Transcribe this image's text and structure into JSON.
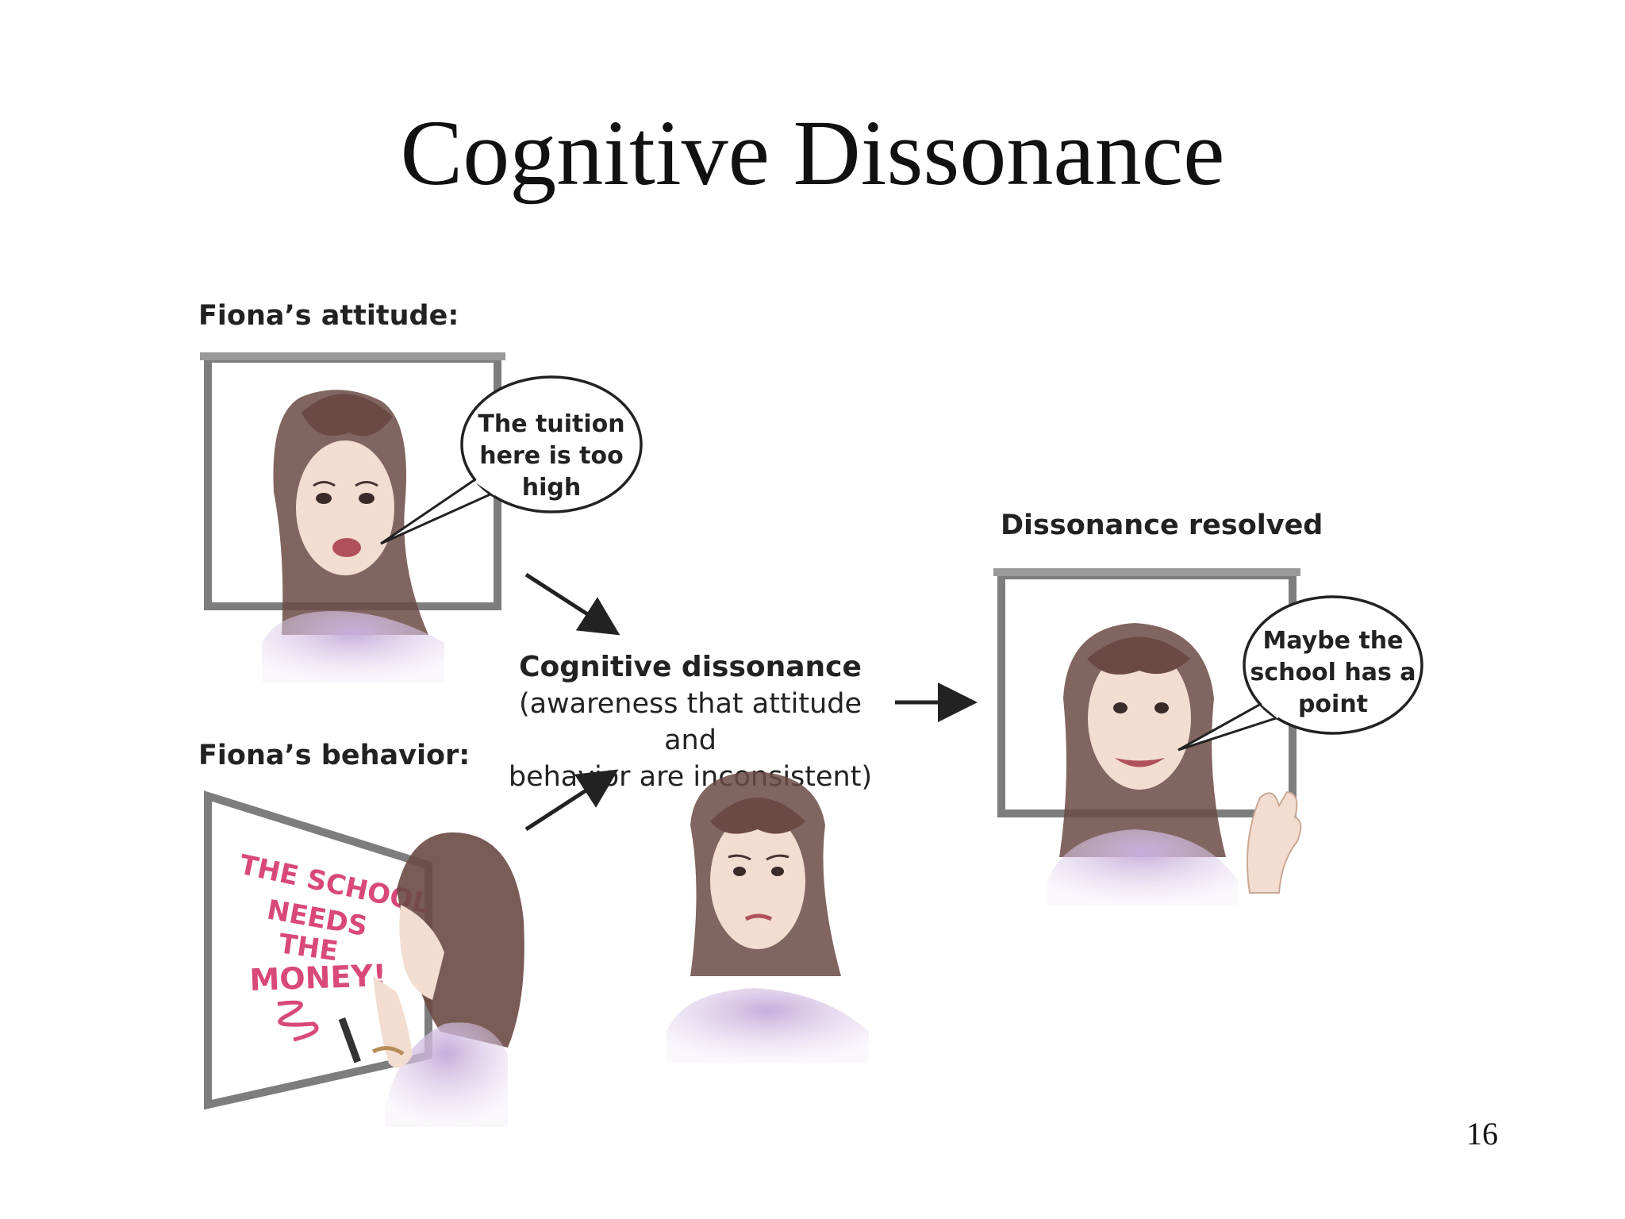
{
  "slide": {
    "title": "Cognitive Dissonance",
    "page_number": "16"
  },
  "labels": {
    "attitude": "Fiona’s attitude:",
    "behavior": "Fiona’s behavior:",
    "resolved": "Dissonance resolved"
  },
  "center": {
    "heading": "Cognitive dissonance",
    "line1": "(awareness that attitude and",
    "line2": "behavior are inconsistent)"
  },
  "bubbles": {
    "attitude": [
      "The tuition",
      "here is too",
      "high"
    ],
    "resolved": [
      "Maybe the",
      "school has a",
      "point"
    ]
  },
  "whiteboard": [
    "THE SCHOOL",
    "NEEDS",
    "THE",
    "MONEY!"
  ],
  "colors": {
    "shirt": "#cbb3dc",
    "hair": "#6b4a44",
    "skin": "#f2ddd0",
    "frame": "#7d7d7d",
    "marker_pink": "#d8497a"
  }
}
